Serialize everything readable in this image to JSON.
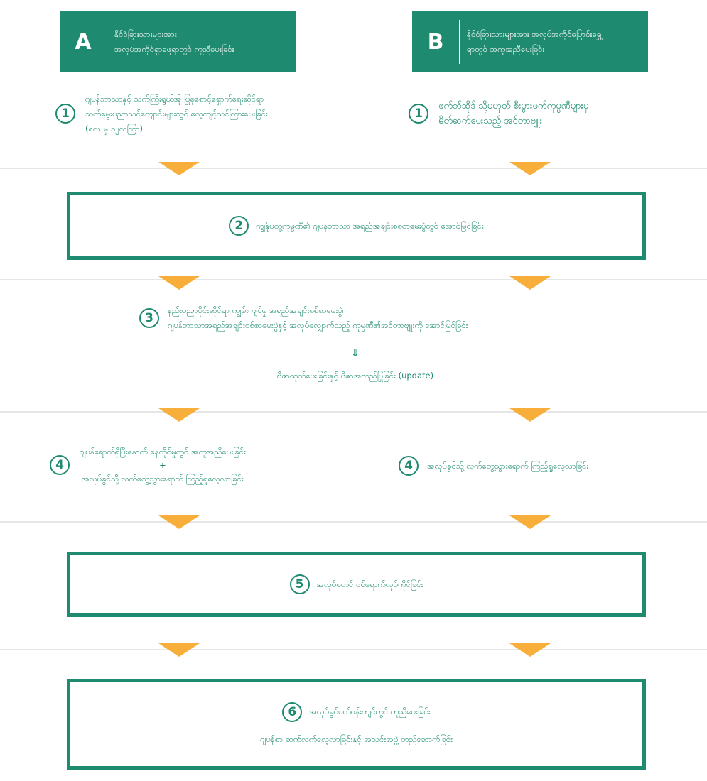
{
  "header_a": {
    "letter": "A",
    "line1": "နိုင်ငံခြားသားများအား",
    "line2": "အလုပ်အကိုင်ရှာဖွေရာတွင် ကူညီပေးခြင်း"
  },
  "header_b": {
    "letter": "B",
    "line1": "နိုင်ငံခြားသားများအား အလုပ်အကိုင်ပြောင်းရွှေ့",
    "line2": "ရာတွင် အကူအညီပေးခြင်း"
  },
  "step1_a": {
    "number": "1",
    "line1": "ဂျပန်ဘာသာနှင့် သက်ကြီးရွယ်အို ပြုစုစောင့်ရှောက်ရေးဆိုင်ရာ",
    "line2": "သက်မွေးပညာသင်ကျောင်းများတွင် လေ့ကျင့်သင်ကြားပေးခြင်း",
    "line3": "(၈လ မှ ၁၂လကြာ)"
  },
  "step1_b": {
    "number": "1",
    "line1": "ဖက်ဘ်ဆိုဒ် သို့မဟုတ် စီးပွားဖက်ကုမ္ပဏီများမှ",
    "line2": "မိတ်ဆက်ပေးသည့် အင်တာဗျူး"
  },
  "step2": {
    "number": "2",
    "text": "ကျွန်ုပ်တို့ကုမ္ပဏီ၏ ဂျပန်ဘာသာ အရည်အချင်းစစ်စာမေးပွဲတွင် အောင်မြင်ခြင်း"
  },
  "step3": {
    "number": "3",
    "line1": "နည်းပညာပိုင်းဆိုင်ရာ ကျွမ်းကျင်မှု အရည်အချင်းစစ်စာမေးပွဲ၊",
    "line2": "ဂျပန်ဘာသာအရည်အချင်းစစ်စာမေးပွဲနှင့် အလုပ်လျှောက်သည့် ကုမ္ပဏီ၏အင်တာဗျူးကို အောင်မြင်ခြင်း",
    "arrow": "⇓",
    "line3": "ဗီဇာထုတ်ပေးခြင်းနှင့် ဗီဇာအတည်ပြုခြင်း (update)"
  },
  "step4_a": {
    "number": "4",
    "line1": "ဂျပန်ရောက်ရှိပြီးနောက် နေထိုင်မှုတွင် အကူအညီပေးခြင်း",
    "plus": "+",
    "line2": "အလုပ်ခွင်သို့ လက်တွေ့သွားရောက် ကြည့်ရှုလေ့လာခြင်း"
  },
  "step4_b": {
    "number": "4",
    "text": "အလုပ်ခွင်သို့ လက်တွေ့သွားရောက် ကြည့်ရှုလေ့လာခြင်း"
  },
  "step5": {
    "number": "5",
    "text": "အလုပ်စတင် ဝင်ရောက်လုပ်ကိုင်ခြင်း"
  },
  "step6": {
    "number": "6",
    "line1": "အလုပ်ခွင်ပတ်ဝန်းကျင်တွင် ကူညီပေးခြင်း",
    "line2": "ဂျပန်စာ ဆက်လက်လေ့လာခြင်းနှင့် အသင်းအဖွဲ့ တည်ဆောက်ခြင်း"
  },
  "colors": {
    "primary": "#1e8a70",
    "arrow": "#f7ae3a",
    "divider": "#e6e6e6"
  }
}
